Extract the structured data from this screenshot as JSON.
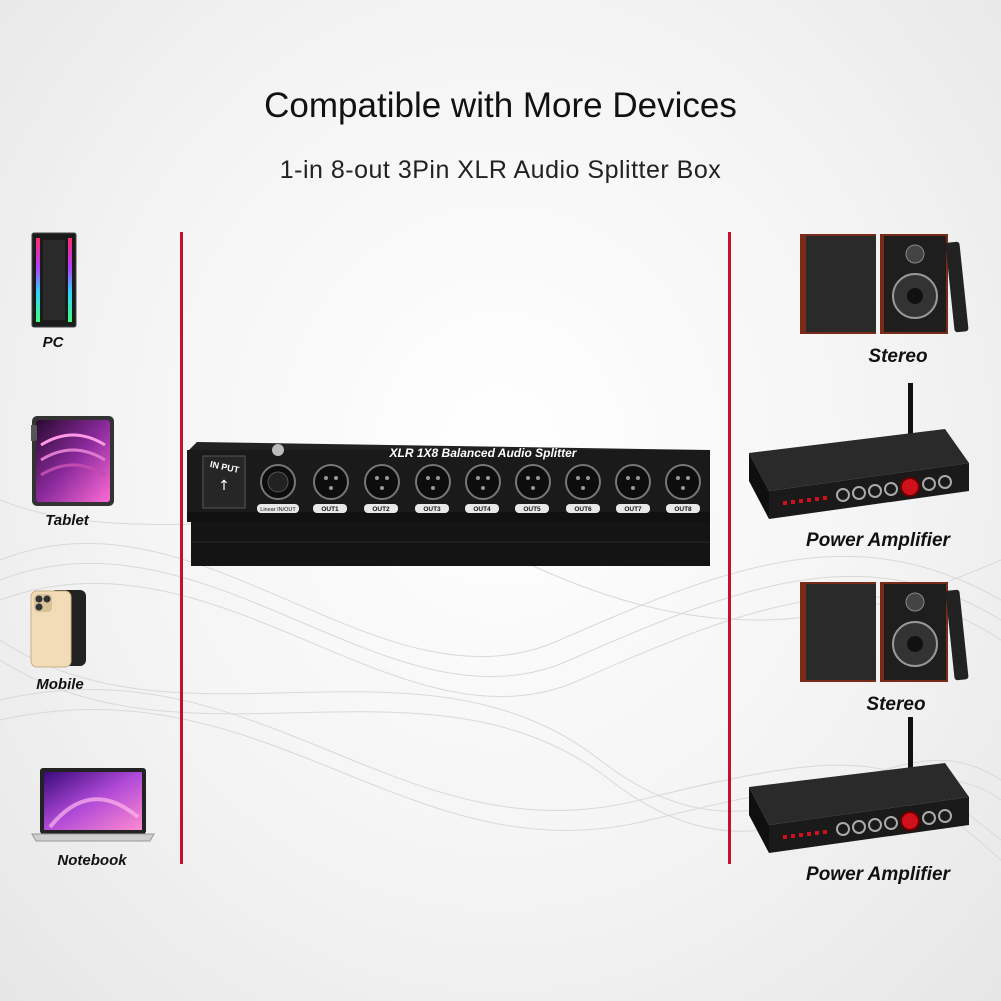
{
  "header": {
    "title": "Compatible with More Devices",
    "subtitle": "1-in 8-out 3Pin XLR Audio Splitter Box"
  },
  "left_devices": [
    {
      "label": "PC",
      "icon": "pc-tower-icon"
    },
    {
      "label": "Tablet",
      "icon": "tablet-icon"
    },
    {
      "label": "Mobile",
      "icon": "smartphone-icon"
    },
    {
      "label": "Notebook",
      "icon": "laptop-icon"
    }
  ],
  "right_devices": [
    {
      "label": "Stereo",
      "icon": "stereo-speakers-icon"
    },
    {
      "label": "Power Amplifier",
      "icon": "power-amplifier-icon"
    },
    {
      "label": "Stereo",
      "icon": "stereo-speakers-icon"
    },
    {
      "label": "Power Amplifier",
      "icon": "power-amplifier-icon"
    }
  ],
  "splitter": {
    "name": "XLR 1X8 Balanced Audio Splitter",
    "input_label": "IN PUT",
    "input_port_label": "Linear IN/OUT",
    "outputs": [
      "OUT1",
      "OUT2",
      "OUT3",
      "OUT4",
      "OUT5",
      "OUT6",
      "OUT7",
      "OUT8"
    ]
  },
  "colors": {
    "divider": "#c8102e",
    "box": "#151515",
    "knob_accent": "#d0101a"
  }
}
